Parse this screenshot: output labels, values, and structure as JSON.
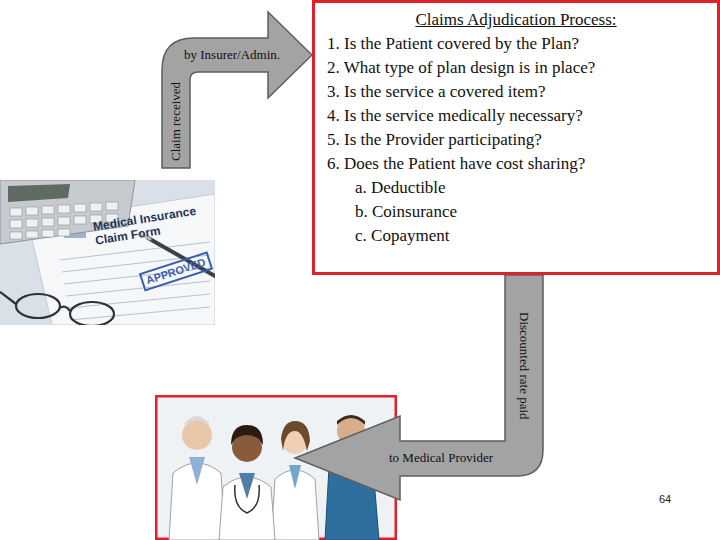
{
  "diagram": {
    "nodes": [
      {
        "text": [
          "Claim received",
          "by Insurer/Admin."
        ]
      },
      {
        "text": [
          "Claims Adjudication Process:",
          "1. Is the Patient covered by the Plan?",
          "2. What type of plan design is in place?",
          "3. Is the service a covered item?",
          "4. Is the service medically necessary?",
          "5. Is the Provider participating?",
          "6. Does the Patient have cost sharing?",
          "a. Deductible",
          "b. Coinsurance",
          "c. Copayment"
        ]
      },
      {
        "text": [
          "Discounted rate paid",
          "to Medical Provider"
        ]
      }
    ],
    "labels": [
      "Medical Insurance Claim Form",
      "APPROVED",
      "64"
    ]
  }
}
